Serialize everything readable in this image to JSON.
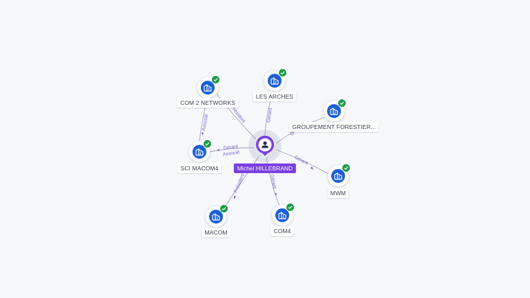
{
  "colors": {
    "accent": "#7a3fe0",
    "company": "#1c5fd6",
    "verified": "#1f9a4a",
    "relation": "#7a63d6"
  },
  "center": {
    "name": "Michel HILLEBRAND",
    "icon": "person-icon"
  },
  "companies": [
    {
      "id": "com2networks",
      "name": "COM 2 NETWORKS",
      "icon": "building-icon",
      "verified": true
    },
    {
      "id": "lesarches",
      "name": "LES ARCHES",
      "icon": "building-icon",
      "verified": true
    },
    {
      "id": "groupement",
      "name": "GROUPEMENT FORESTIER...",
      "icon": "building-icon",
      "verified": true
    },
    {
      "id": "scimacom4",
      "name": "SCI MACOM4",
      "icon": "building-icon",
      "verified": true
    },
    {
      "id": "mwm",
      "name": "MWM",
      "icon": "building-icon",
      "verified": true
    },
    {
      "id": "macom",
      "name": "MACOM",
      "icon": "building-icon",
      "verified": true
    },
    {
      "id": "com4",
      "name": "COM4",
      "icon": "building-icon",
      "verified": true
    }
  ],
  "relations": {
    "com2_sci": "Associé",
    "center_com2": "Président",
    "center_lesarches": "Gérant",
    "center_groupement": "Gé",
    "center_sci_1": "Gérant",
    "center_sci_2": "Associé",
    "center_mwm": "Gérant",
    "center_macom": "Président",
    "center_com4": "Gérant"
  }
}
